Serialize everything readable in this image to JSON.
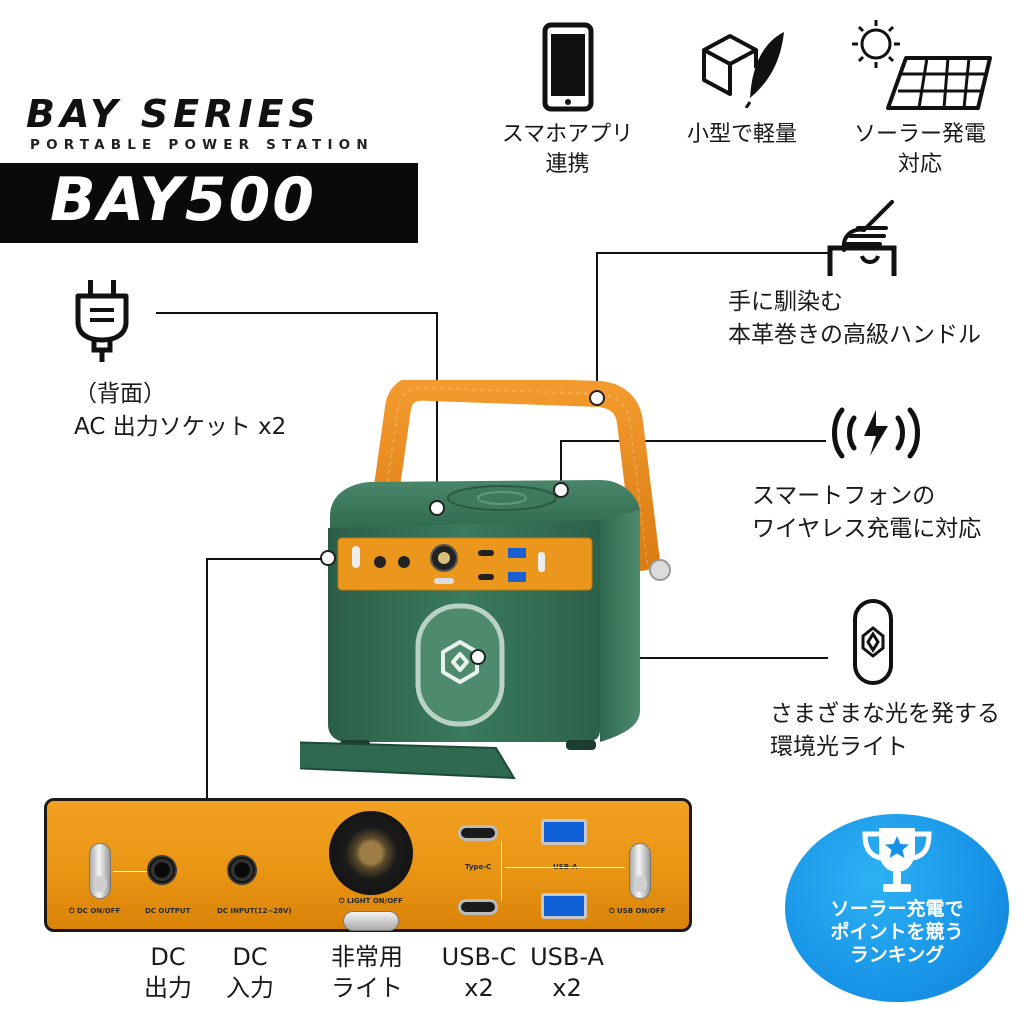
{
  "brand": {
    "series": "BAY SERIES",
    "subtitle": "PORTABLE POWER STATION",
    "model": "BAY500"
  },
  "features": [
    {
      "icon": "smartphone-icon",
      "line1": "スマホアプリ",
      "line2": "連携"
    },
    {
      "icon": "cube-feather-icon",
      "line1": "小型で軽量",
      "line2": ""
    },
    {
      "icon": "solar-panel-icon",
      "line1": "ソーラー発電",
      "line2": "対応"
    }
  ],
  "callouts": {
    "handle": {
      "icon": "hand-grip-icon",
      "line1": "手に馴染む",
      "line2": "本革巻きの高級ハンドル"
    },
    "ac": {
      "icon": "power-plug-icon",
      "line1": "（背面）",
      "line2": "AC 出力ソケット x2"
    },
    "wireless": {
      "icon": "wireless-charging-icon",
      "line1": "スマートフォンの",
      "line2": "ワイヤレス充電に対応"
    },
    "light": {
      "icon": "ambient-light-icon",
      "line1": "さまざまな光を発する",
      "line2": "環境光ライト"
    }
  },
  "panel": {
    "dc_onoff": "⏻ DC ON/OFF",
    "dc_output": "DC OUTPUT",
    "dc_input": "DC INPUT(12~28V)",
    "light_onoff": "⏻ LIGHT ON/OFF",
    "type_c": "Type-C",
    "usb_a": "USB-A",
    "usb_onoff": "⏻ USB ON/OFF"
  },
  "ports": [
    {
      "line1": "DC",
      "line2": "出力"
    },
    {
      "line1": "DC",
      "line2": "入力"
    },
    {
      "line1": "非常用",
      "line2": "ライト"
    },
    {
      "line1": "USB-C",
      "line2": "x2"
    },
    {
      "line1": "USB-A",
      "line2": "x2"
    }
  ],
  "badge": {
    "icon": "trophy-star-icon",
    "line1": "ソーラー充電で",
    "line2": "ポイントを競う",
    "line3": "ランキング"
  },
  "colors": {
    "device_green": "#2f6b52",
    "accent_orange": "#e9951a",
    "badge_blue": "#1792e6"
  }
}
